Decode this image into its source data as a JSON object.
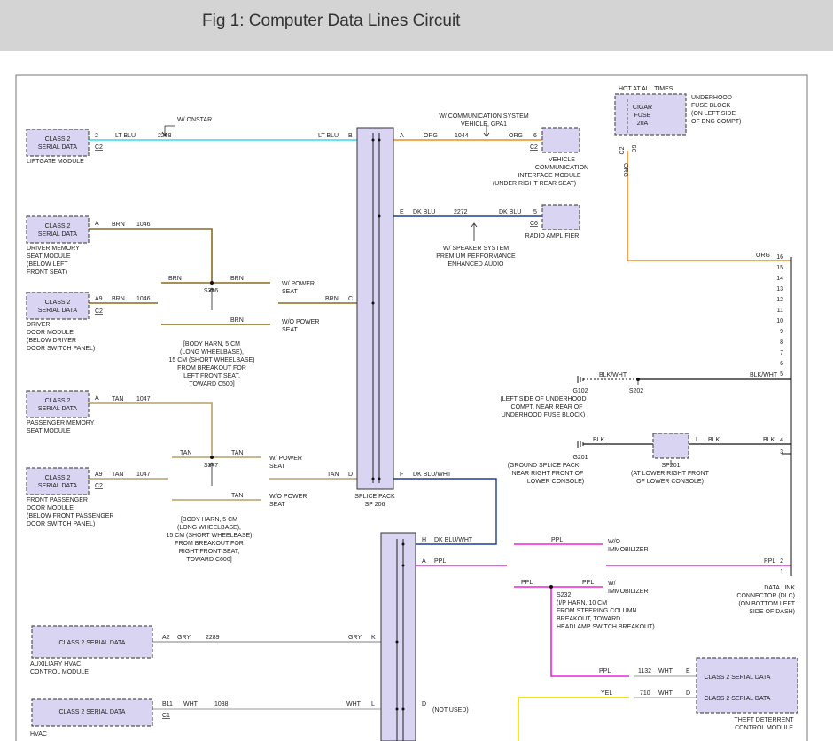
{
  "header": {
    "title": "Fig 1: Computer Data Lines Circuit"
  },
  "colors": {
    "header_bg": "#d4d4d4",
    "module_fill": "#d8d4f2",
    "lt_blu": "#33dbe8",
    "org": "#f08a1c",
    "dk_blu": "#1e3c9c",
    "brn": "#8a6a1e",
    "tan": "#b8a066",
    "ppl": "#ee22dd",
    "gry": "#aaaaaa",
    "wht": "#bbbbbb",
    "yel": "#f0e000",
    "blk": "#111111"
  },
  "modules": {
    "class2_serial_data": "CLASS 2 SERIAL DATA",
    "class2": "CLASS 2",
    "serial_data": "SERIAL DATA",
    "liftgate": "LIFTGATE MODULE",
    "driver_memory": [
      "DRIVER MEMORY",
      "SEAT MODULE",
      "(BELOW LEFT",
      "FRONT SEAT)"
    ],
    "driver_door": [
      "DRIVER",
      "DOOR MODULE",
      "(BELOW DRIVER",
      "DOOR SWITCH PANEL)"
    ],
    "passenger_memory": [
      "PASSENGER MEMORY",
      "SEAT MODULE"
    ],
    "front_passenger_door": [
      "FRONT PASSENGER",
      "DOOR MODULE",
      "(BELOW FRONT PASSENGER",
      "DOOR SWITCH PANEL)"
    ],
    "aux_hvac": [
      "AUXILIARY HVAC",
      "CONTROL MODULE"
    ],
    "hvac": "HVAC",
    "vcim": [
      "VEHICLE",
      "COMMUNICATION",
      "INTERFACE MODULE",
      "(UNDER RIGHT REAR SEAT)"
    ],
    "radio_amp": "RADIO AMPLIFIER",
    "theft_deterrent": [
      "THEFT DETERRENT",
      "CONTROL MODULE"
    ],
    "dlc": [
      "DATA LINK",
      "CONNECTOR (DLC)",
      "(ON BOTTOM LEFT",
      "SIDE OF DASH)"
    ]
  },
  "fuse": {
    "hot": "HOT AT ALL TIMES",
    "name": [
      "CIGAR",
      "FUSE",
      "20A"
    ],
    "block": [
      "UNDERHOOD",
      "FUSE BLOCK",
      "(ON LEFT SIDE",
      "OF ENG COMPT)"
    ],
    "c2": "C2",
    "d9": "D9",
    "wire": "ORG"
  },
  "annotations": {
    "w_onstar": "W/ ONSTAR",
    "w_comm": [
      "W/ COMMUNICATION SYSTEM",
      "VEHICLE, GPA1"
    ],
    "w_speaker": [
      "W/ SPEAKER SYSTEM",
      "PREMIUM PERFORMANCE",
      "ENHANCED AUDIO"
    ],
    "w_power_seat": [
      "W/ POWER",
      "SEAT"
    ],
    "wo_power_seat": [
      "W/O POWER",
      "SEAT"
    ],
    "body_harn_c500": [
      "[BODY HARN, 5 CM",
      "(LONG WHEELBASE),",
      "15 CM (SHORT WHEELBASE)",
      "FROM BREAKOUT FOR",
      "LEFT FRONT SEAT,",
      "TOWARD C500]"
    ],
    "body_harn_c600": [
      "[BODY HARN, 5 CM",
      "(LONG WHEELBASE),",
      "15 CM (SHORT WHEELBASE)",
      "FROM BREAKOUT FOR",
      "RIGHT FRONT SEAT,",
      "TOWARD C600]"
    ],
    "splice_pack": [
      "SPLICE PACK",
      "SP 206"
    ],
    "g102": [
      "G102",
      "(LEFT SIDE OF UNDERHOOD",
      "COMPT, NEAR REAR OF",
      "UNDERHOOD FUSE BLOCK)"
    ],
    "s202": "S202",
    "g201": [
      "G201",
      "(GROUND SPLICE PACK,",
      "NEAR RIGHT FRONT OF",
      "LOWER CONSOLE)"
    ],
    "sp201": [
      "SP201",
      "(AT LOWER RIGHT FRONT",
      "OF LOWER CONSOLE)"
    ],
    "wo_immobilizer": [
      "W/O",
      "IMMOBILIZER"
    ],
    "w_immobilizer": [
      "W/",
      "IMMOBILIZER"
    ],
    "s232": [
      "S232",
      "(I/P HARN, 10 CM",
      "FROM STEERING COLUMN",
      "BREAKOUT, TOWARD",
      "HEADLAMP SWITCH BREAKOUT)"
    ],
    "not_used": "(NOT USED)",
    "s346": "S346",
    "s347": "S347"
  },
  "wires": {
    "lt_blu": "LT BLU",
    "org": "ORG",
    "dk_blu": "DK BLU",
    "brn": "BRN",
    "tan": "TAN",
    "dk_blu_wht": "DK BLU/WHT",
    "ppl": "PPL",
    "gry": "GRY",
    "wht": "WHT",
    "yel": "YEL",
    "blk": "BLK",
    "blk_wht": "BLK/WHT",
    "c2288": "2288",
    "c1044": "1044",
    "c2272": "2272",
    "c1046": "1046",
    "c1047": "1047",
    "c2289": "2289",
    "c1038": "1038",
    "c1132": "1132",
    "c710": "710"
  },
  "pins": {
    "liftgate_pin": "2",
    "liftgate_conn": "C2",
    "driver_mem_pin": "A",
    "driver_door_pin": "A9",
    "driver_door_conn": "C2",
    "pass_mem_pin": "A",
    "pass_door_pin": "A9",
    "pass_door_conn": "C2",
    "aux_hvac_pin": "A2",
    "hvac_pin": "B11",
    "hvac_conn": "C1",
    "vcim_pin": "6",
    "vcim_conn": "C2",
    "radio_pin": "5",
    "radio_conn": "C6",
    "theft_e": "E",
    "theft_d": "D",
    "sp201_l": "L",
    "sp_b": "B",
    "sp_c": "C",
    "sp_d": "D",
    "sp_a": "A",
    "sp_e": "E",
    "sp_f": "F",
    "sp2_h": "H",
    "sp2_a": "A",
    "sp2_k": "K",
    "sp2_l": "L",
    "sp2_d": "D",
    "dlc": [
      "16",
      "15",
      "14",
      "13",
      "12",
      "11",
      "10",
      "9",
      "8",
      "7",
      "6",
      "5",
      "4",
      "3",
      "2",
      "1"
    ]
  }
}
